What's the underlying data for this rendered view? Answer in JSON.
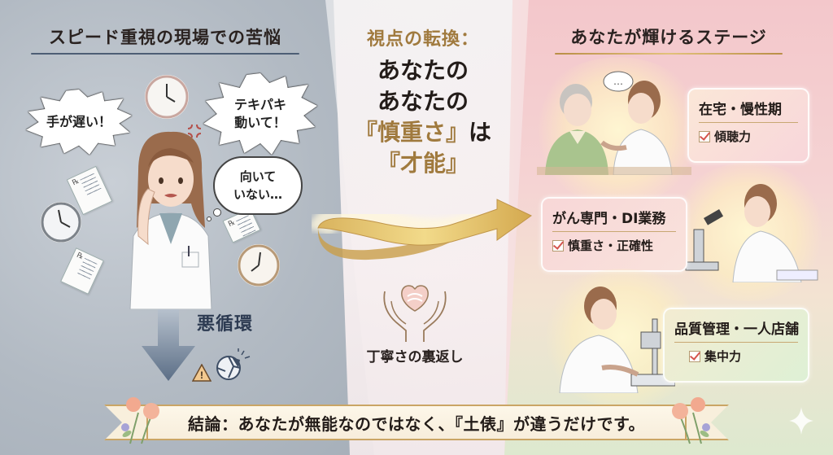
{
  "left_panel": {
    "title": "スピード重視の現場での苦悩",
    "bubbles": {
      "slow": "手が遅い！",
      "quick_line1": "テキパキ",
      "quick_line2": "動いて！",
      "notfit_line1": "向いて",
      "notfit_line2": "いない…"
    },
    "vicious_cycle_label": "悪循環",
    "icons": [
      "clock-icon",
      "prescription-paper-icon",
      "anger-mark-icon",
      "down-arrow-icon",
      "warning-icon",
      "broken-plate-icon"
    ]
  },
  "center_panel": {
    "heading": "視点の転換：",
    "line1": "あなたの",
    "line2": "あなたの",
    "line3_open": "『",
    "line3_word": "慎重さ",
    "line3_close": "』",
    "line3_suffix": "は",
    "line4_open": "『",
    "line4_word": "才能",
    "line4_close": "』",
    "caption": "丁寧さの裏返し",
    "icons": [
      "golden-ribbon-arrow-icon",
      "heart-hands-icon"
    ]
  },
  "right_panel": {
    "title": "あなたが輝けるステージ",
    "cards": [
      {
        "title": "在宅・慢性期",
        "skill": "傾聴力"
      },
      {
        "title": "がん専門・DI業務",
        "skill": "慎重さ・正確性"
      },
      {
        "title": "品質管理・一人店舗",
        "skill": "集中力"
      }
    ],
    "speech_dots": "…"
  },
  "banner": {
    "text": "結論：あなたが無能なのではなく、『土俵』が違うだけです。"
  },
  "colors": {
    "left_bg": "#b2bac3",
    "right_bg": "#f3c7cb",
    "gold_accent": "#a07a3e",
    "left_underline": "#4d5e75",
    "vicious_text": "#2d3b52",
    "check_red": "#d5554e"
  }
}
